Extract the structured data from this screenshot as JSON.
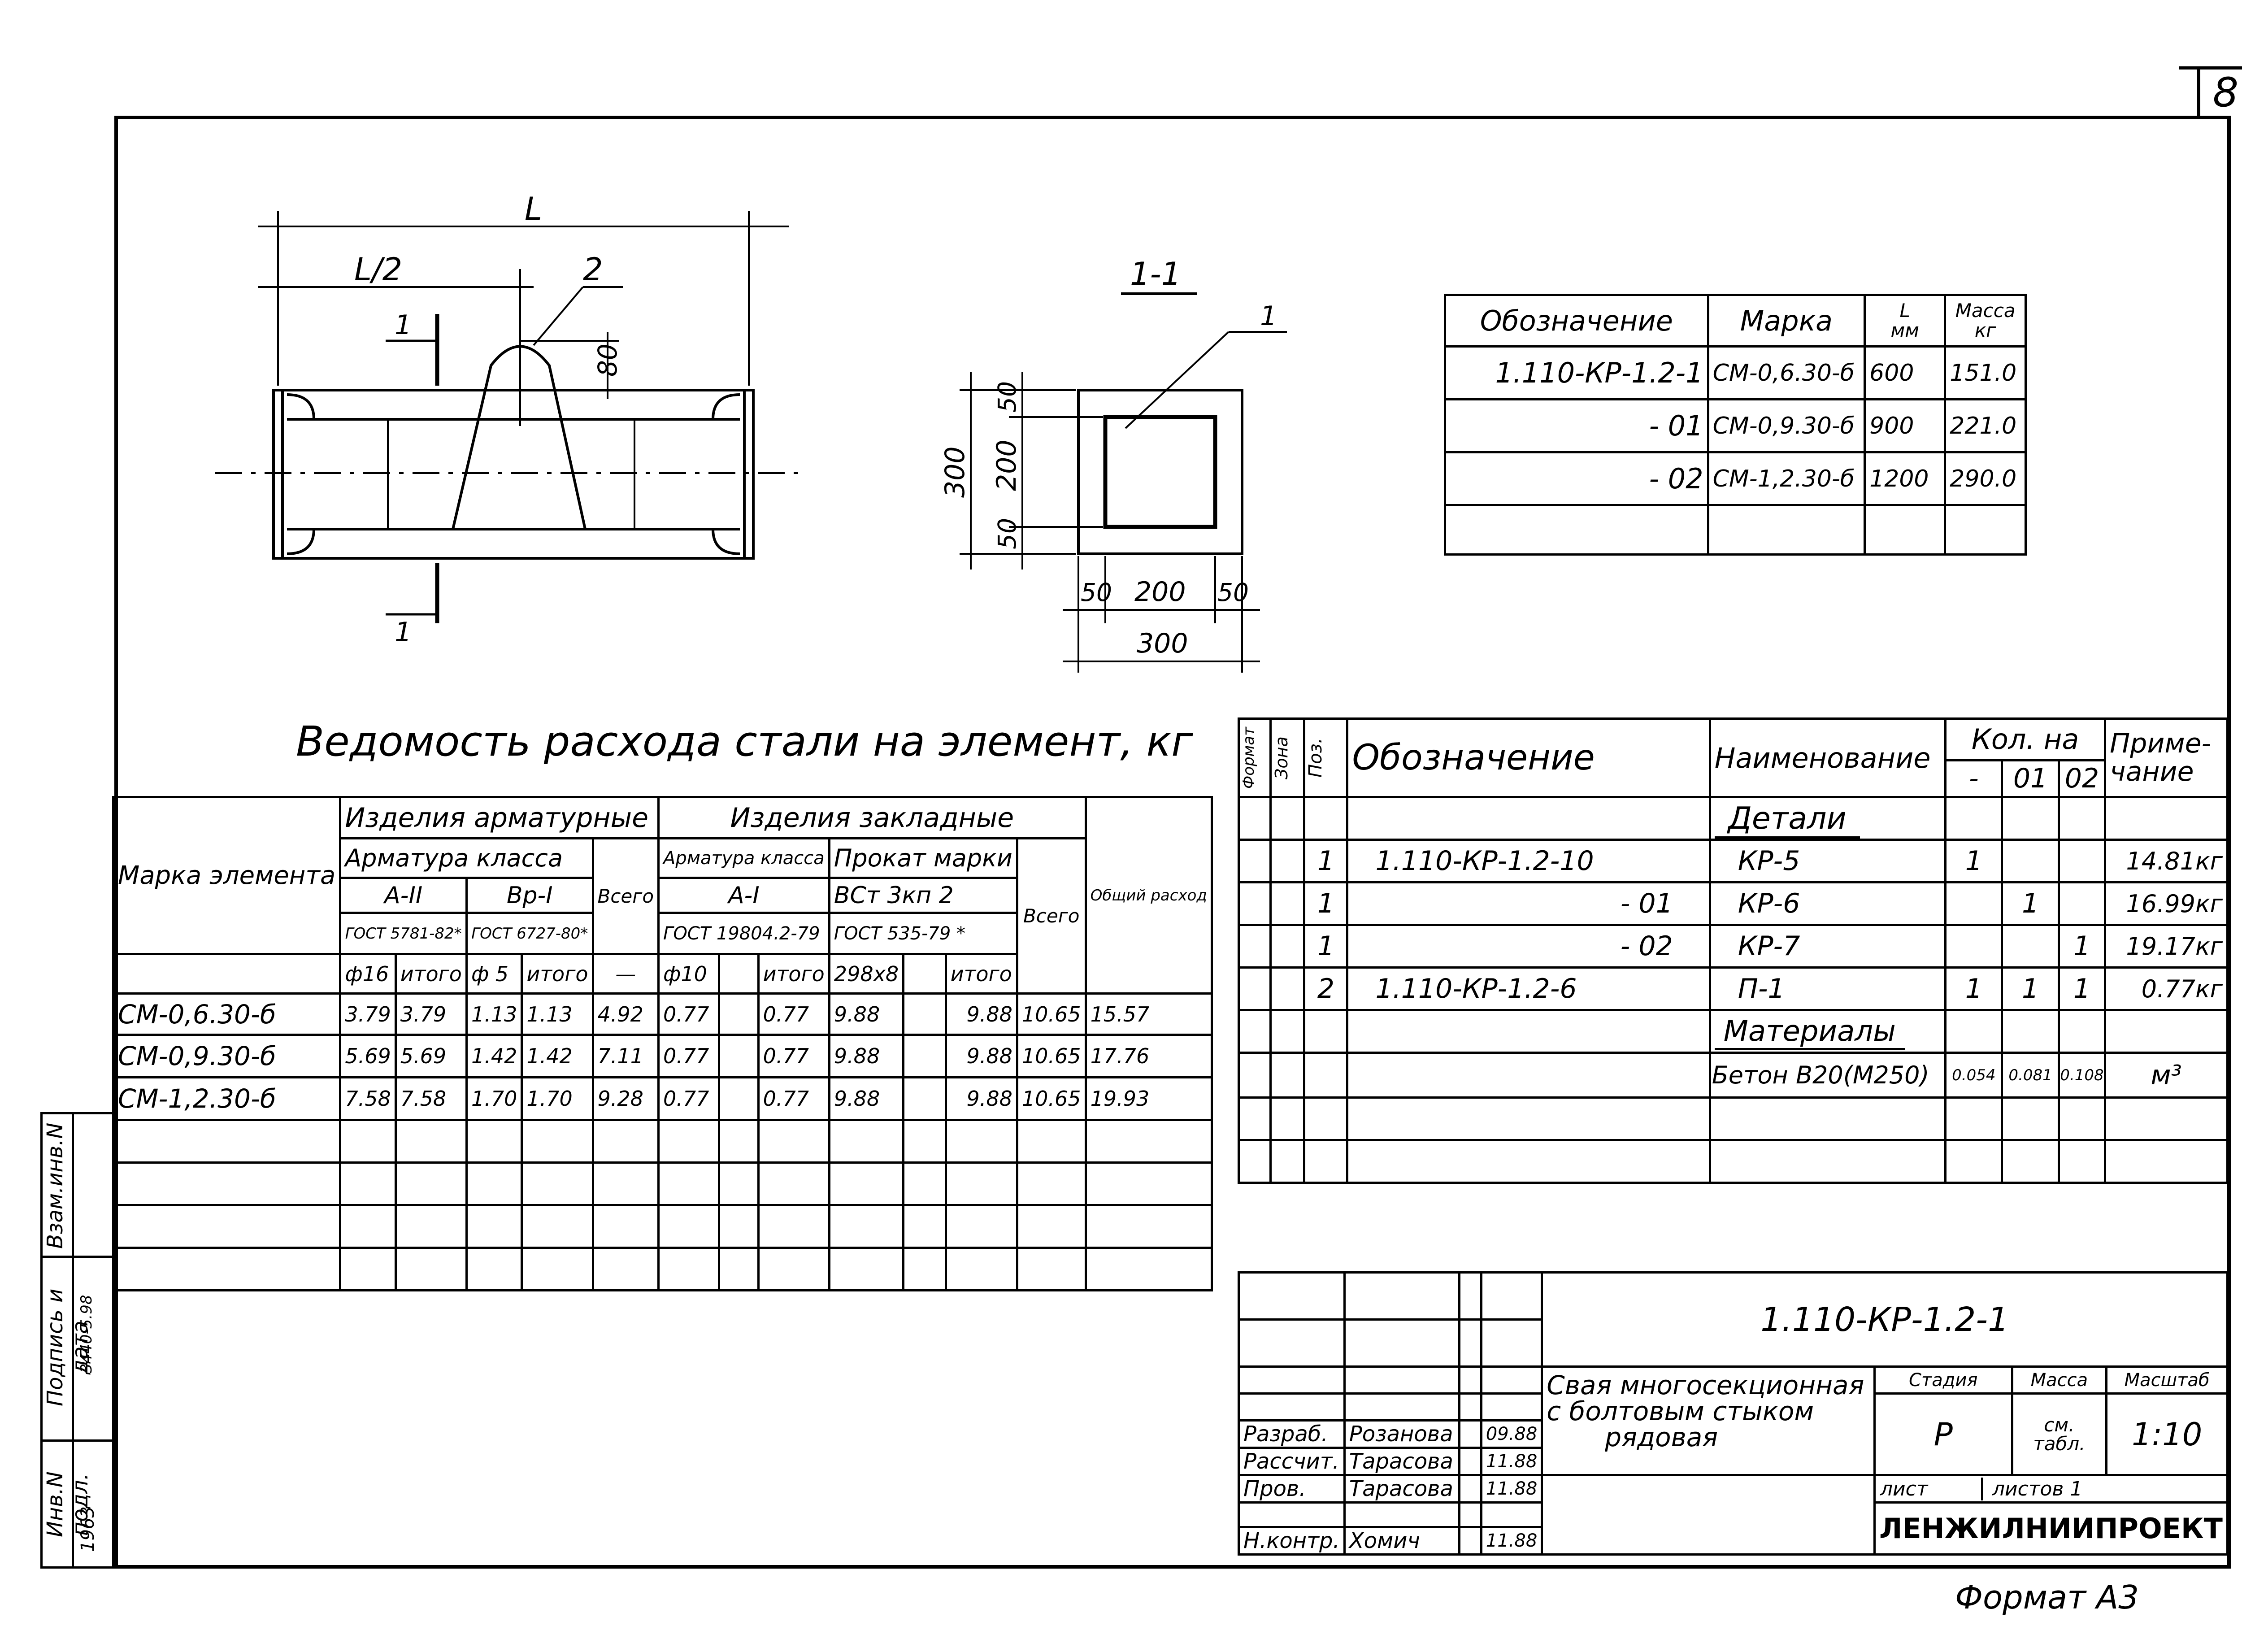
{
  "sheet_number": "8",
  "format_label": "Формат А3",
  "drawing": {
    "dim_L": "L",
    "dim_L2": "L/2",
    "dim_80": "80",
    "pos_2": "2",
    "cut_1": "1",
    "section_title": "1-1",
    "section_pos": "1",
    "dim_300": "300",
    "dim_200": "200",
    "dim_50": "50"
  },
  "mark_table": {
    "headers": {
      "oboz": "Обозначение",
      "marka": "Марка",
      "L": "L",
      "L_unit": "мм",
      "mass": "Масса",
      "mass_unit": "кг"
    },
    "rows": [
      {
        "oboz": "1.110-КР-1.2-1",
        "marka": "СМ-0,6.30-б",
        "L": "600",
        "mass": "151.0"
      },
      {
        "oboz": "- 01",
        "marka": "СМ-0,9.30-б",
        "L": "900",
        "mass": "221.0"
      },
      {
        "oboz": "- 02",
        "marka": "СМ-1,2.30-б",
        "L": "1200",
        "mass": "290.0"
      }
    ]
  },
  "steel": {
    "title": "Ведомость расхода стали на элемент, кг",
    "h_marka": "Марка элемента",
    "h_arm_izd": "Изделия арматурные",
    "h_zakl_izd": "Изделия закладные",
    "h_arm_class": "Арматура класса",
    "h_arm_class2": "Арматура класса",
    "h_prokat": "Прокат марки",
    "h_A2": "А-II",
    "h_Bp1": "Вр-I",
    "h_A1": "А-I",
    "h_vst": "ВСт 3кп 2",
    "h_vsego": "Всего",
    "h_vsego2": "Всего",
    "h_obsh": "Общий расход",
    "h_gost1": "ГОСТ 5781-82*",
    "h_gost2": "ГОСТ 6727-80*",
    "h_gost3": "ГОСТ 19804.2-79",
    "h_gost4": "ГОСТ 535-79 *",
    "h_dash": "—",
    "h_f16": "ф16",
    "h_f5": "ф 5",
    "h_f10": "ф10",
    "h_298": "298х8",
    "h_itogo": "итого",
    "rows": [
      {
        "mark": "СМ-0,6.30-б",
        "v": [
          "3.79",
          "3.79",
          "1.13",
          "1.13",
          "4.92",
          "0.77",
          "",
          "0.77",
          "9.88",
          "",
          "9.88",
          "10.65",
          "15.57"
        ]
      },
      {
        "mark": "СМ-0,9.30-б",
        "v": [
          "5.69",
          "5.69",
          "1.42",
          "1.42",
          "7.11",
          "0.77",
          "",
          "0.77",
          "9.88",
          "",
          "9.88",
          "10.65",
          "17.76"
        ]
      },
      {
        "mark": "СМ-1,2.30-б",
        "v": [
          "7.58",
          "7.58",
          "1.70",
          "1.70",
          "9.28",
          "0.77",
          "",
          "0.77",
          "9.88",
          "",
          "9.88",
          "10.65",
          "19.93"
        ]
      }
    ]
  },
  "spec": {
    "h_format": "Формат",
    "h_zona": "Зона",
    "h_poz": "Поз.",
    "h_oboz": "Обозначение",
    "h_naim": "Наименование",
    "h_kol": "Кол. на",
    "h_k1": "-",
    "h_k2": "01",
    "h_k3": "02",
    "h_prim": "Приме-чание",
    "sec_details": "Детали",
    "sec_materials": "Материалы",
    "rows": [
      {
        "poz": "1",
        "oboz": "1.110-КР-1.2-10",
        "naim": "КР-5",
        "k1": "1",
        "k2": "",
        "k3": "",
        "prim": "14.81кг"
      },
      {
        "poz": "1",
        "oboz": "- 01",
        "naim": "КР-6",
        "k1": "",
        "k2": "1",
        "k3": "",
        "prim": "16.99кг"
      },
      {
        "poz": "1",
        "oboz": "- 02",
        "naim": "КР-7",
        "k1": "",
        "k2": "",
        "k3": "1",
        "prim": "19.17кг"
      },
      {
        "poz": "2",
        "oboz": "1.110-КР-1.2-6",
        "naim": "П-1",
        "k1": "1",
        "k2": "1",
        "k3": "1",
        "prim": "0.77кг"
      }
    ],
    "material": {
      "naim": "Бетон В20(М250)",
      "k1": "0.054",
      "k2": "0.081",
      "k3": "0.108",
      "prim": "м³"
    }
  },
  "stamp": {
    "code": "1.110-КР-1.2-1",
    "name1": "Свая многосекционная",
    "name2": "с болтовым стыком",
    "name3": "рядовая",
    "h_stadia": "Стадия",
    "h_massa": "Масса",
    "h_masshtab": "Масштаб",
    "stadia": "Р",
    "massa": "см. табл.",
    "masshtab": "1:10",
    "list": "лист",
    "listov": "листов 1",
    "org": "ЛЕНЖИЛНИИПРОЕКТ",
    "people": [
      {
        "role": "Разраб.",
        "name": "Розанова",
        "date": "09.88"
      },
      {
        "role": "Рассчит.",
        "name": "Тарасова",
        "date": "11.88"
      },
      {
        "role": "Пров.",
        "name": "Тарасова",
        "date": "11.88"
      },
      {
        "role": "Н.контр.",
        "name": "Хомич",
        "date": "11.88"
      }
    ]
  },
  "side": {
    "inv_podl": "Инв.N подл.",
    "podpis": "Подпись и дата",
    "vzam": "Взам.инв.N",
    "inv_value": "1963",
    "podpis_value": "3440-5.98"
  }
}
